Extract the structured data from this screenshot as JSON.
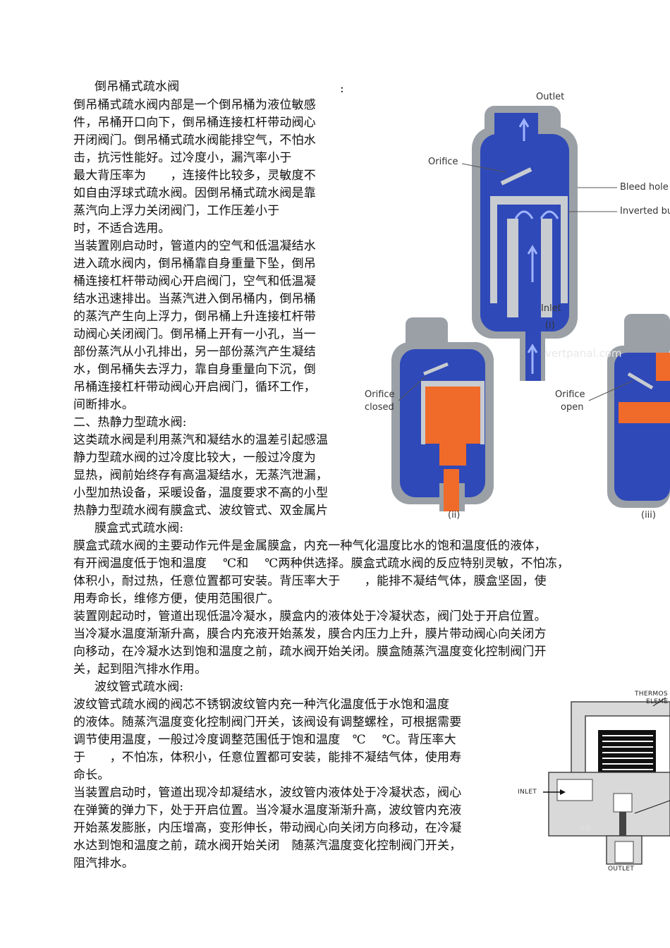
{
  "text": {
    "s1_title": "倒吊桶式疏水阀",
    "s1_colon": ":",
    "s1_p1": [
      "倒吊桶式疏水阀内部是一个倒吊桶为液位敏感",
      "件，吊桶开口向下，倒吊桶连接杠杆带动阀心",
      "开闭阀门。倒吊桶式疏水阀能排空气，不怕水",
      "击，抗污性能好。过冷度小，漏汽率小于",
      "最大背压率为　　，连接件比较多，灵敏度不",
      "如自由浮球式疏水阀。因倒吊桶式疏水阀是靠",
      "蒸汽向上浮力关闭阀门，工作压差小于",
      "时，不适合选用。"
    ],
    "s1_p2": [
      "当装置刚启动时，管道内的空气和低温凝结水",
      "进入疏水阀内，倒吊桶靠自身重量下坠，倒吊",
      "桶连接杠杆带动阀心开启阀门，空气和低温凝",
      "结水迅速排出。当蒸汽进入倒吊桶内，倒吊桶",
      "的蒸汽产生向上浮力，倒吊桶上升连接杠杆带",
      "动阀心关闭阀门。倒吊桶上开有一小孔，当一",
      "部份蒸汽从小孔排出，另一部份蒸汽产生凝结",
      "水，倒吊桶失去浮力，靠自身重量向下沉，倒",
      "吊桶连接杠杆带动阀心开启阀门，循环工作，",
      "间断排水。"
    ],
    "s2_title": "二、热静力型疏水阀:",
    "s2_p1": [
      "这类疏水阀是利用蒸汽和凝结水的温差引起感温",
      "静力型疏水阀的过冷度比较大，一般过冷度为",
      "显热，阀前始终存有高温凝结水，无蒸汽泄漏，",
      "小型加热设备，采暖设备，温度要求不高的小型",
      "热静力型疏水阀有膜盒式、波纹管式、双金属片"
    ],
    "s3_title": "膜盒式式疏水阀:",
    "s3_p1": [
      "膜盒式疏水阀的主要动作元件是金属膜盒，内充一种气化温度比水的饱和温度低的液体，",
      "有开阀温度低于饱和温度　 ℃和　 ℃两种供选择。膜盒式疏水阀的反应特别灵敏，不怕冻，",
      "体积小，耐过热，任意位置都可安装。背压率大于　　，能排不凝结气体，膜盒坚固，使",
      "用寿命长，维修方便，使用范围很广。"
    ],
    "s3_p2": [
      "装置刚起动时，管道出现低温冷凝水，膜盒内的液体处于冷凝状态，阀门处于开启位置。",
      "当冷凝水温度渐渐升高，膜合内充液开始蒸发，膜合内压力上升，膜片带动阀心向关闭方",
      "向移动，在冷凝水达到饱和温度之前，疏水阀开始关闭。膜盒随蒸汽温度变化控制阀门开",
      "关，起到阻汽排水作用。"
    ],
    "s4_title": "波纹管式疏水阀:",
    "s4_p1": [
      "波纹管式疏水阀的阀芯不锈钢波纹管内充一种汽化温度低于水饱和温度",
      "的液体。随蒸汽温度变化控制阀门开关，该阀设有调整螺栓，可根据需要",
      "调节使用温度，一般过冷度调整范围低于饱和温度　℃　 ℃。背压率大",
      "于　　，不怕冻，体积小，任意位置都可安装，能排不凝结气体，使用寿",
      "命长。"
    ],
    "s4_p2": [
      "当装置启动时，管道出现冷却凝结水，波纹管内液体处于冷凝状态，阀心",
      "在弹簧的弹力下，处于开启位置。当冷凝水温度渐渐升高，波纹管内充液",
      "开始蒸发膨胀，内压增高，变形伸长，带动阀心向关闭方向移动，在冷凝",
      "水达到饱和温度之前，疏水阀开始关闭　随蒸汽温度变化控制阀门开关，",
      "阻汽排水。"
    ]
  },
  "figure1": {
    "outlet": "Outlet",
    "orifice": "Orifice",
    "bleed_hole": "Bleed hole",
    "inverted_bucket": "Inverted bu",
    "inlet": "Inlet",
    "label_i": "(i)",
    "orifice_closed_1": "Orifice",
    "orifice_closed_2": "closed",
    "label_ii": "(ii)",
    "orifice_open_1": "Orifice",
    "orifice_open_2": "open",
    "label_iii": "(iii)",
    "watermark": "vertpanal.com",
    "colors": {
      "water": "#2f49b8",
      "steam": "#f06a2a",
      "body": "#9aa0a6",
      "metal": "#c8ccd0"
    }
  },
  "figure2": {
    "thermo_1": "THERMOS",
    "thermo_2": "ELEME",
    "inlet": "INLET",
    "outlet": "OUTLET",
    "watermark": "ve"
  }
}
